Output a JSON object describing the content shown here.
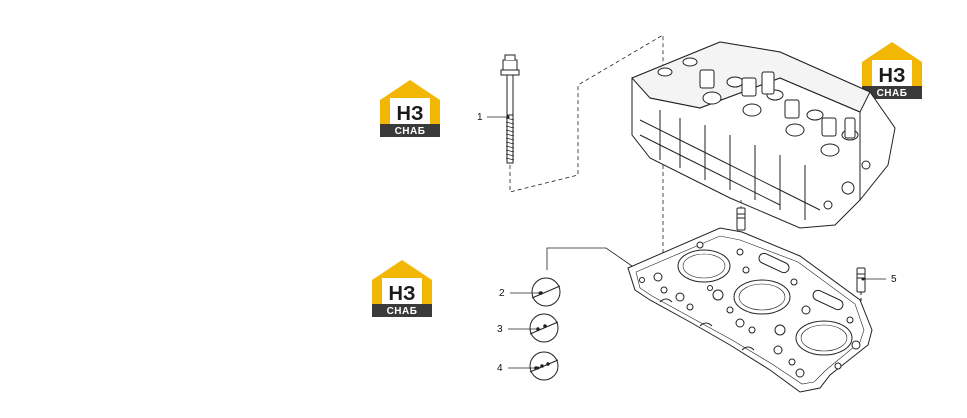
{
  "logos": [
    {
      "main": "НЗ",
      "sub": "СНАБ"
    },
    {
      "main": "НЗ",
      "sub": "СНАБ"
    },
    {
      "main": "НЗ",
      "sub": "СНАБ"
    }
  ],
  "callouts": [
    "1",
    "2",
    "3",
    "4",
    "5"
  ],
  "colors": {
    "logo_yellow": "#f2b705",
    "logo_dark": "#3a3a3a",
    "line": "#222222"
  }
}
